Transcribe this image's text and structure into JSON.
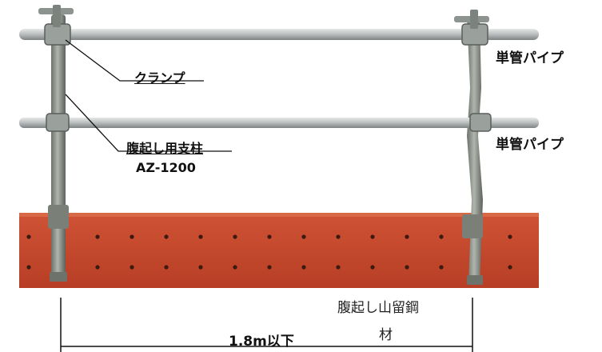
{
  "labels": {
    "clamp": "クランプ",
    "post": "腹起し用支柱",
    "post_model": "AZ-1200",
    "pipe_upper": "単管パイプ",
    "pipe_lower": "単管パイプ",
    "wale_line1": "腹起し山留鋼",
    "wale_line2": "材",
    "dimension": "1.8m以下"
  },
  "colors": {
    "wale": "#c8462c",
    "wale_dark": "#a8361f",
    "pipe": "#b9bcbd",
    "post": "#8a8f88"
  }
}
